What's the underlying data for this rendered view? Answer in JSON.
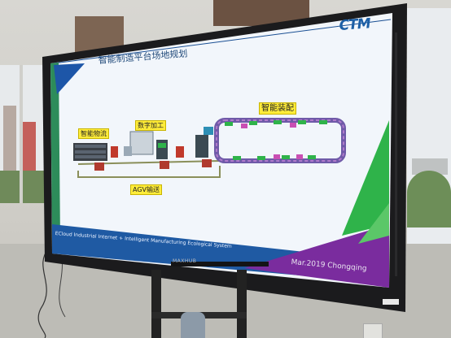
{
  "slide": {
    "title": "智能制造平台场地规划",
    "logo": "CTM",
    "labels": {
      "smart_logistics": "智能物流",
      "digital_processing": "数字加工",
      "smart_assembly": "智能装配",
      "agv": "AGV输送"
    },
    "footer_left": "ECloud Industrial Internet + Intelligent Manufacturing Ecological System",
    "footer_right": "Mar.2019 Chongqing"
  },
  "monitor": {
    "brand": "MAXHUB"
  },
  "colors": {
    "slide_bg": "#f2f6fb",
    "accent_blue": "#1a4f93",
    "accent_green": "#2fb34a",
    "accent_purple": "#7a2c9e",
    "label_yellow": "#ffec3a"
  }
}
